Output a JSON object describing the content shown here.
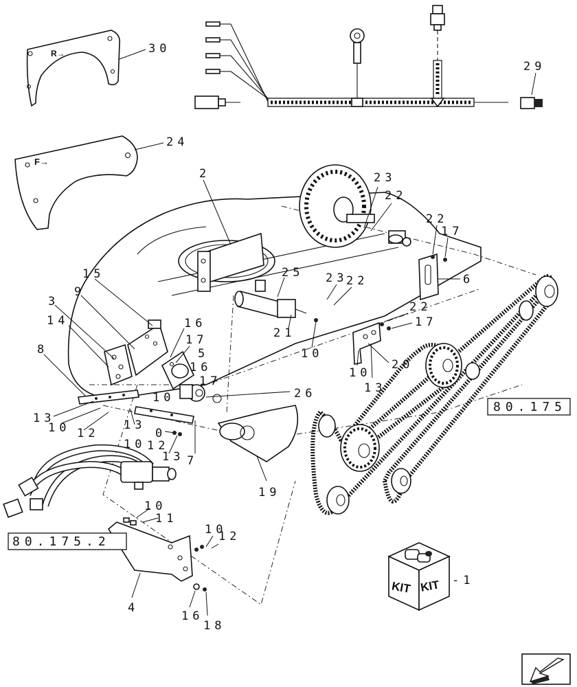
{
  "callouts": {
    "c30": "30",
    "c29": "29",
    "c24": "24",
    "c2": "2",
    "c23a": "23",
    "c22a": "22",
    "c22b": "22",
    "c17a": "17",
    "c15": "15",
    "c9": "9",
    "c3": "3",
    "c25": "25",
    "c23b": "23",
    "c22c": "22",
    "c6": "6",
    "c22d": "22",
    "c17b": "17",
    "c14": "14",
    "c16a": "16",
    "c17c": "17",
    "c21": "21",
    "c10a": "10",
    "c8": "8",
    "c5": "5",
    "c16b": "16",
    "c17d": "17",
    "c10b": "10",
    "c20": "20",
    "c13a": "13",
    "c26": "26",
    "c13b": "13",
    "c10c": "10",
    "c12a": "12",
    "c13c": "13",
    "c10d": "10",
    "c0": "0",
    "c12b": "12",
    "c13d": "13",
    "c10e": "10",
    "c7": "7",
    "c19": "19",
    "c10f": "10",
    "c11": "11",
    "c10g": "10",
    "c12c": "12",
    "c4": "4",
    "c16c": "16",
    "c18": "18",
    "ckit": "-1"
  },
  "references": {
    "ref_right": "80.175",
    "ref_left": "80.175.2"
  },
  "kit": {
    "label_a": "KIT",
    "label_b": "KIT"
  },
  "bracket_labels": {
    "rear": "R→",
    "front": "F→"
  },
  "navigation": {
    "icon": "arrow-next-page-icon"
  }
}
